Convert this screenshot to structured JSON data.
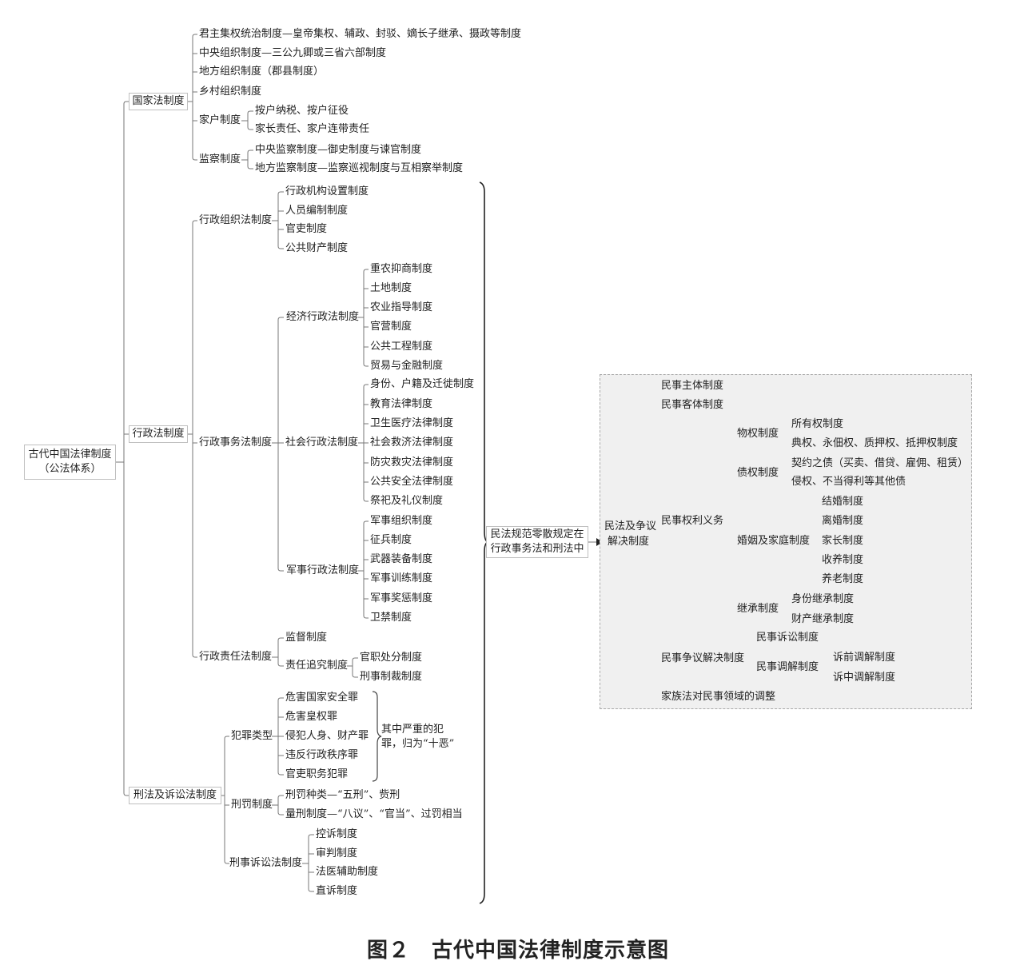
{
  "root": {
    "line1": "古代中国法律制度",
    "line2": "（公法体系）"
  },
  "state_law": {
    "label": "国家法制度",
    "items": [
      "君主集权统治制度—皇帝集权、辅政、封驳、嫡长子继承、摄政等制度",
      "中央组织制度—三公九卿或三省六部制度",
      "地方组织制度（郡县制度）",
      "乡村组织制度"
    ],
    "household": {
      "label": "家户制度",
      "items": [
        "按户纳税、按户征役",
        "家长责任、家户连带责任"
      ]
    },
    "supervision": {
      "label": "监察制度",
      "items": [
        "中央监察制度—御史制度与谏官制度",
        "地方监察制度—监察巡视制度与互相察举制度"
      ]
    }
  },
  "admin_law": {
    "label": "行政法制度",
    "org": {
      "label": "行政组织法制度",
      "items": [
        "行政机构设置制度",
        "人员编制制度",
        "官吏制度",
        "公共财产制度"
      ]
    },
    "affairs": {
      "label": "行政事务法制度",
      "economic": {
        "label": "经济行政法制度",
        "items": [
          "重农抑商制度",
          "土地制度",
          "农业指导制度",
          "官营制度",
          "公共工程制度",
          "贸易与金融制度"
        ]
      },
      "social": {
        "label": "社会行政法制度",
        "items": [
          "身份、户籍及迁徙制度",
          "教育法律制度",
          "卫生医疗法律制度",
          "社会救济法律制度",
          "防灾救灾法律制度",
          "公共安全法律制度",
          "祭祀及礼仪制度"
        ]
      },
      "military": {
        "label": "军事行政法制度",
        "items": [
          "军事组织制度",
          "征兵制度",
          "武器装备制度",
          "军事训练制度",
          "军事奖惩制度",
          "卫禁制度"
        ]
      }
    },
    "liability": {
      "label": "行政责任法制度",
      "supervise": "监督制度",
      "accountability": {
        "label": "责任追究制度",
        "items": [
          "官职处分制度",
          "刑事制裁制度"
        ]
      }
    }
  },
  "criminal_law": {
    "label": "刑法及诉讼法制度",
    "crimes": {
      "label": "犯罪类型",
      "items": [
        "危害国家安全罪",
        "危害皇权罪",
        "侵犯人身、财产罪",
        "违反行政秩序罪",
        "官吏职务犯罪"
      ],
      "note": "其中严重的犯罪，归为“十恶”"
    },
    "punishment": {
      "label": "刑罚制度",
      "items": [
        "刑罚种类—“五刑”、赀刑",
        "量刑制度—“八议”、“官当”、过罚相当"
      ]
    },
    "procedure": {
      "label": "刑事诉讼法制度",
      "items": [
        "控诉制度",
        "审判制度",
        "法医辅助制度",
        "直诉制度"
      ]
    }
  },
  "bridge": {
    "line1": "民法规范零散规定在",
    "line2": "行政事务法和刑法中"
  },
  "civil": {
    "root_line1": "民法及争议",
    "root_line2": "解决制度",
    "subject": "民事主体制度",
    "object": "民事客体制度",
    "rights": {
      "label": "民事权利义务",
      "property": {
        "label": "物权制度",
        "items": [
          "所有权制度",
          "典权、永佃权、质押权、抵押权制度"
        ]
      },
      "obligation": {
        "label": "债权制度",
        "items": [
          "契约之债（买卖、借贷、雇佣、租赁）",
          "侵权、不当得利等其他债"
        ]
      },
      "marriage": {
        "label": "婚姻及家庭制度",
        "items": [
          "结婚制度",
          "离婚制度",
          "家长制度",
          "收养制度",
          "养老制度"
        ]
      },
      "inheritance": {
        "label": "继承制度",
        "items": [
          "身份继承制度",
          "财产继承制度"
        ]
      }
    },
    "dispute": {
      "label": "民事争议解决制度",
      "litigation": "民事诉讼制度",
      "mediation": {
        "label": "民事调解制度",
        "items": [
          "诉前调解制度",
          "诉中调解制度"
        ]
      }
    },
    "clan": "家族法对民事领域的调整"
  },
  "caption": "图２　古代中国法律制度示意图"
}
